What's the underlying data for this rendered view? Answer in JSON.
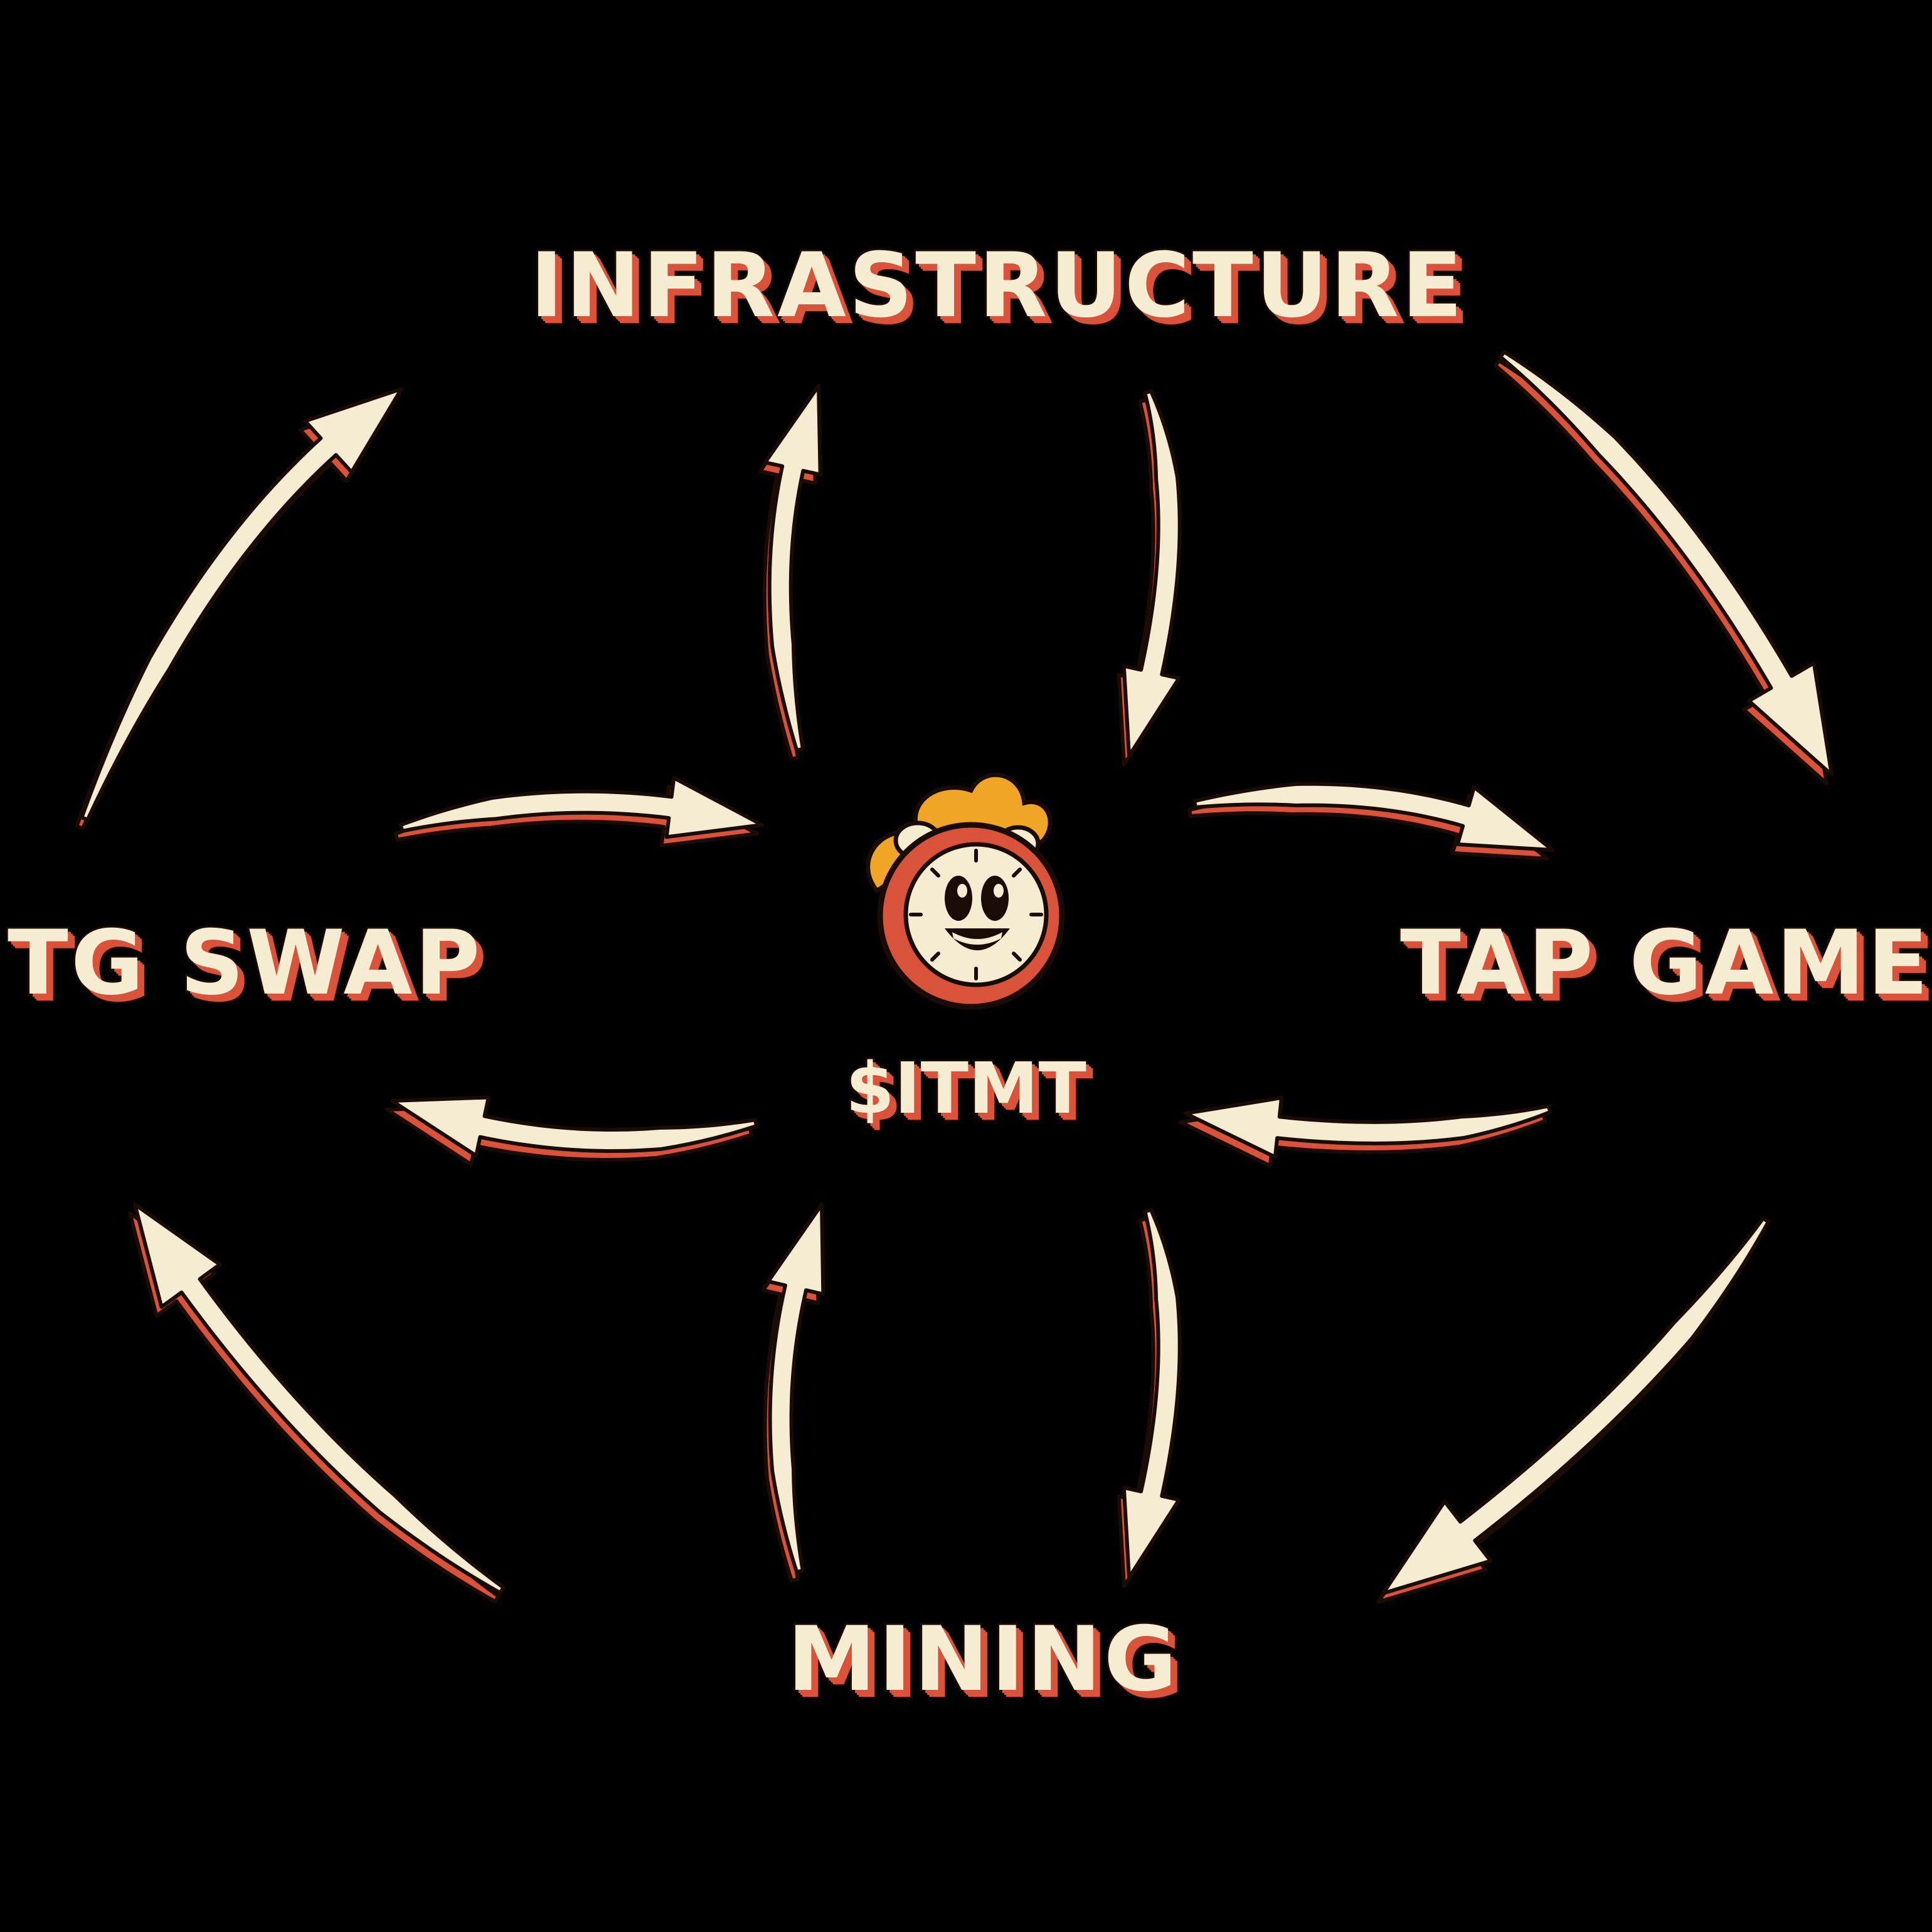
{
  "diagram": {
    "nodes": {
      "top": "INFRASTRUCTURE",
      "left": "TG SWAP",
      "right": "TAP GAME",
      "bottom": "MINING",
      "center": "$ITMT"
    },
    "center_icon": "alarm-clock-mascot-icon",
    "colors": {
      "background": "#000000",
      "arrow_fill": "#f5ecd2",
      "arrow_shadow": "#d9533a",
      "outline": "#1a0b05",
      "clock_red": "#d9533a",
      "hair_orange": "#f0a526"
    }
  }
}
